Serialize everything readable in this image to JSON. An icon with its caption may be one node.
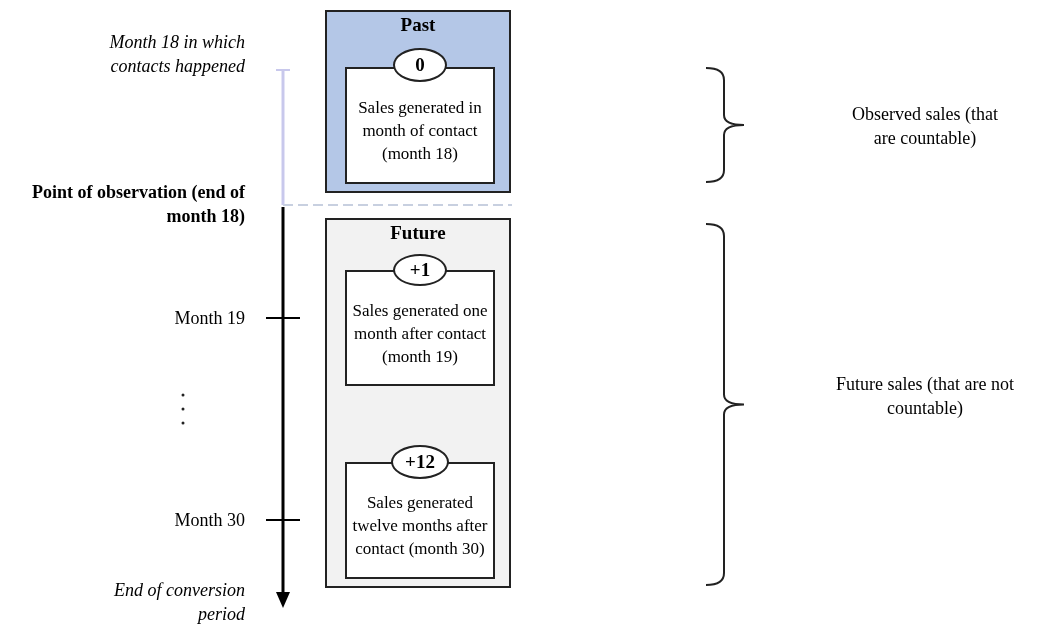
{
  "diagram": {
    "nodes": [
      {
        "text": [
          "Past"
        ]
      },
      {
        "text": [
          "0"
        ],
        "in": 0
      },
      {
        "text": [
          "Sales generated in month of contact (month 18)"
        ],
        "in": 0
      },
      {
        "text": [
          "Future"
        ]
      },
      {
        "text": [
          "+1"
        ],
        "in": 3
      },
      {
        "text": [
          "Sales generated one month after contact (month 19)"
        ],
        "in": 3
      },
      {
        "text": [
          "+12"
        ],
        "in": 3
      },
      {
        "text": [
          "Sales generated twelve months after contact (month 30)"
        ],
        "in": 3
      }
    ],
    "edges": [],
    "labels": [
      "Month 18 in which contacts happened",
      "Point of observation (end of month 18)",
      "Month 19",
      "Month 30",
      "End of conversion period",
      "Observed sales (that are countable)",
      "Future sales (that are not countable)"
    ]
  }
}
